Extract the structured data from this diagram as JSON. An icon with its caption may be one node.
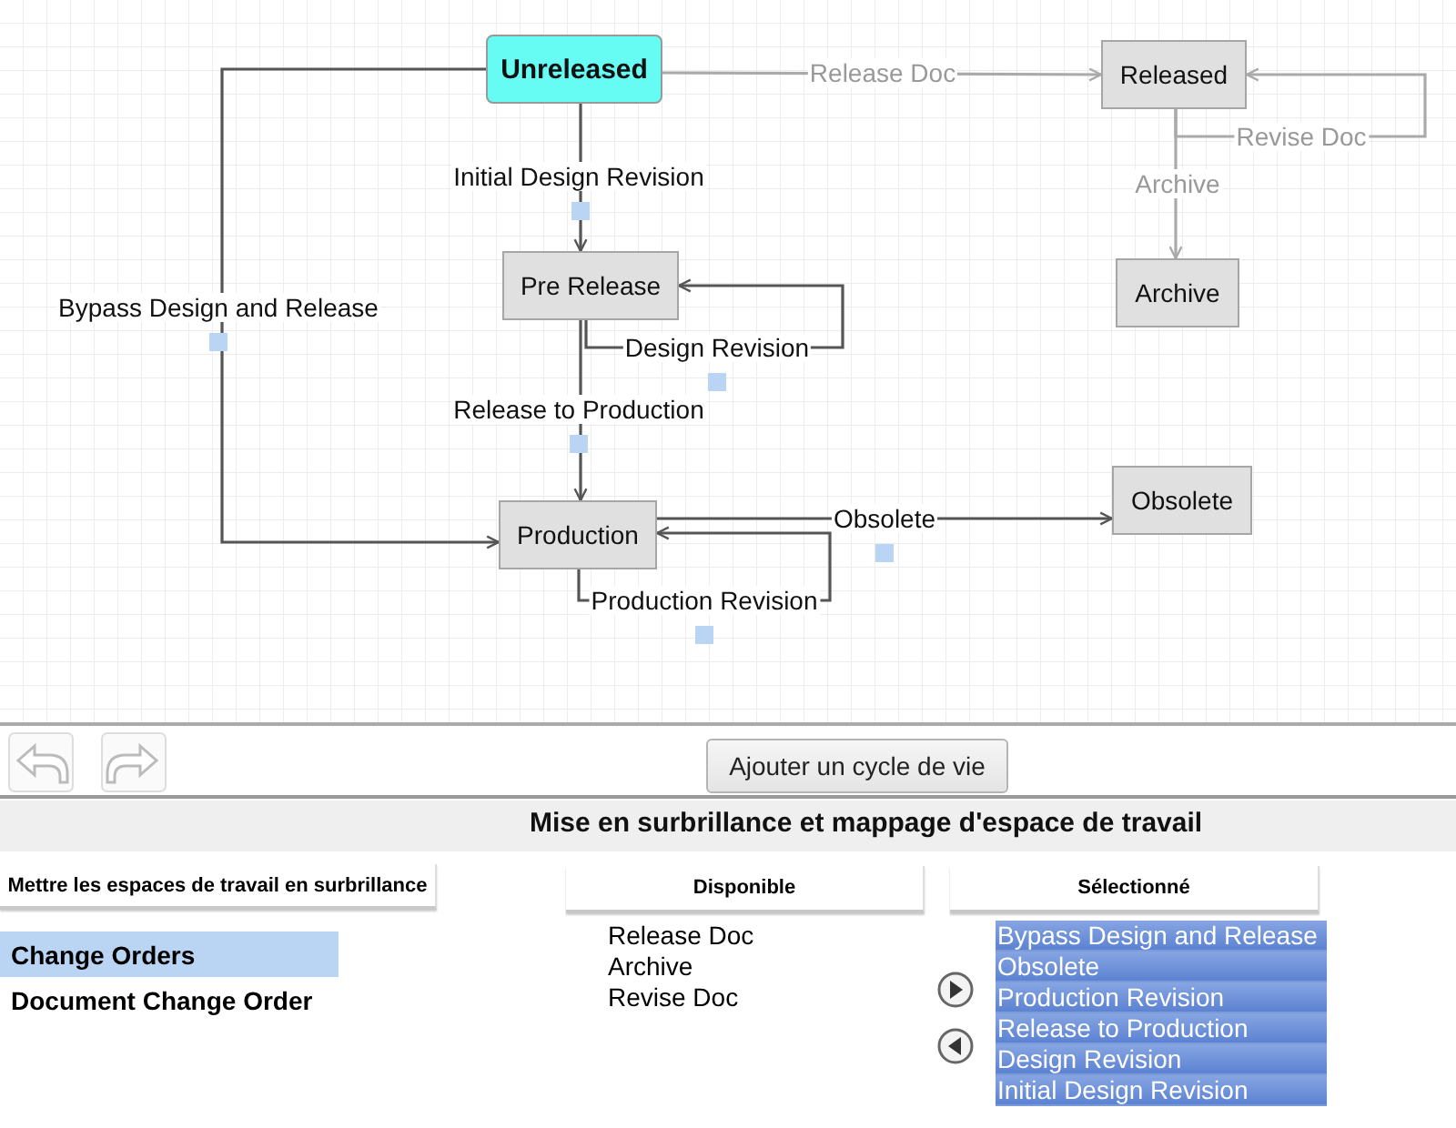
{
  "diagram": {
    "nodes": [
      {
        "text": [
          "Unreleased"
        ]
      },
      {
        "text": [
          "Released"
        ]
      },
      {
        "text": [
          "Pre Release"
        ]
      },
      {
        "text": [
          "Archive"
        ]
      },
      {
        "text": [
          "Production"
        ]
      },
      {
        "text": [
          "Obsolete"
        ]
      }
    ],
    "edges": [
      {
        "from": 0,
        "to": 1,
        "arrow": "to",
        "label": "Release Doc",
        "color": "#aaaaaa"
      },
      {
        "from": 1,
        "to": 1,
        "arrow": "to",
        "label": "Revise Doc",
        "color": "#aaaaaa"
      },
      {
        "from": 1,
        "to": 3,
        "arrow": "to",
        "label": "Archive",
        "color": "#aaaaaa"
      },
      {
        "from": 0,
        "to": 2,
        "arrow": "to",
        "label": "Initial Design Revision"
      },
      {
        "from": 0,
        "to": 4,
        "arrow": "to",
        "label": "Bypass Design and Release"
      },
      {
        "from": 2,
        "to": 2,
        "arrow": "to",
        "label": "Design Revision"
      },
      {
        "from": 2,
        "to": 4,
        "arrow": "to",
        "label": "Release to Production"
      },
      {
        "from": 4,
        "to": 5,
        "arrow": "to",
        "label": "Obsolete"
      },
      {
        "from": 4,
        "to": 4,
        "arrow": "to",
        "label": "Production Revision"
      }
    ],
    "labels": [
      "Ajouter un cycle de vie",
      "Mise en surbrillance et mappage d'espace de travail",
      "Mettre les espaces de travail en surbrillance",
      "Change Orders",
      "Document Change Order",
      "Disponible",
      "Release Doc",
      "Archive",
      "Revise Doc",
      "Sélectionné",
      "Bypass Design and Release",
      "Obsolete",
      "Production Revision",
      "Release to Production",
      "Design Revision",
      "Initial Design Revision"
    ]
  }
}
